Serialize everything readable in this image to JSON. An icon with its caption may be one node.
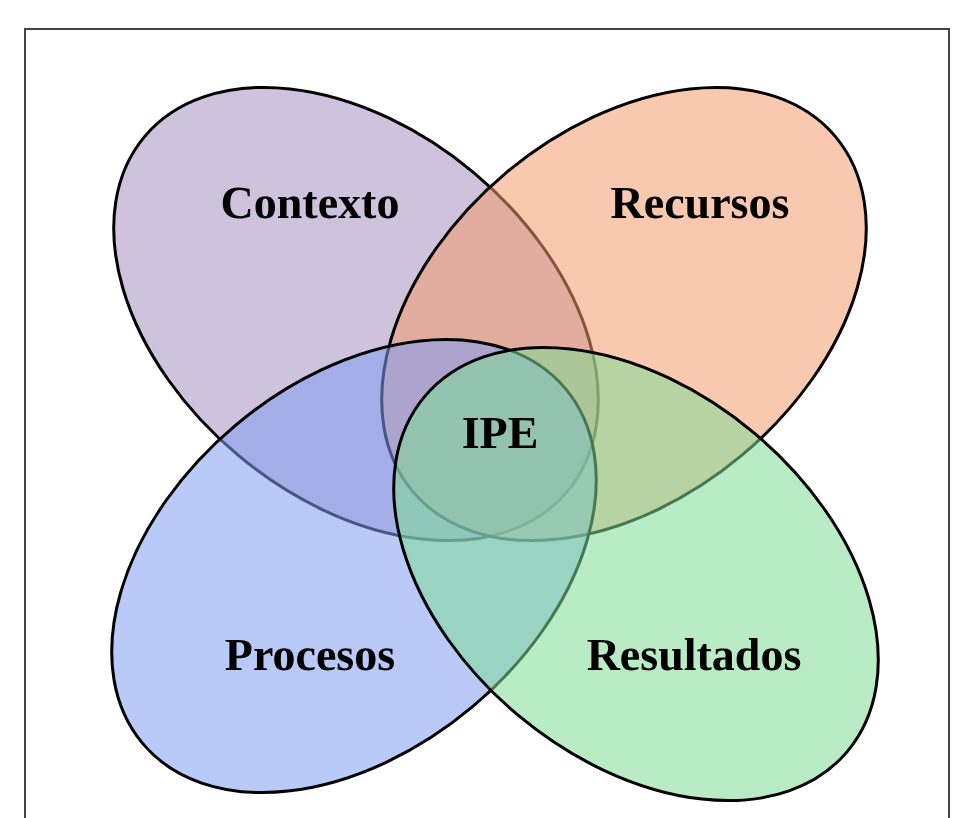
{
  "diagram": {
    "nodes": [
      {
        "text": [
          "Contexto"
        ]
      },
      {
        "text": [
          "Recursos"
        ]
      },
      {
        "text": [
          "Procesos"
        ]
      },
      {
        "text": [
          "Resultados"
        ]
      }
    ],
    "labels": [
      "IPE"
    ]
  }
}
